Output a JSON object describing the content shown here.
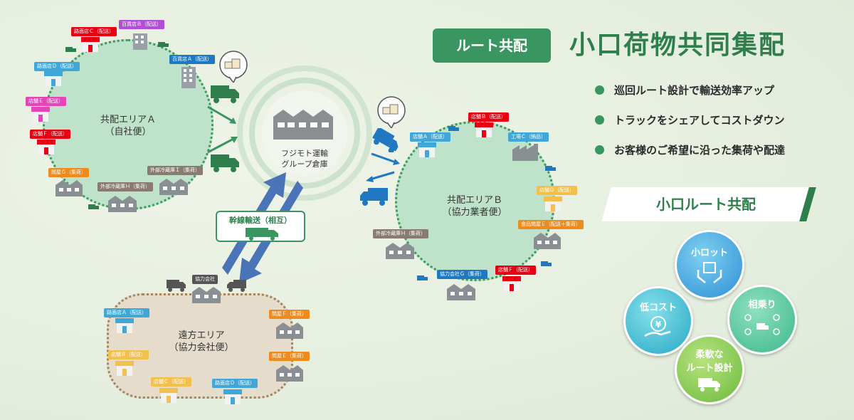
{
  "header": {
    "badge": "ルート共配",
    "title": "小口荷物共同集配"
  },
  "features": [
    "巡回ルート設計で輸送効率アップ",
    "トラックをシェアしてコストダウン",
    "お客様のご希望に沿った集荷や配達"
  ],
  "subheading": "小口ルート共配",
  "circles": {
    "small_lot": "小ロット",
    "low_cost": "低コスト",
    "shared_ride": "相乗り",
    "flexible_line1": "柔軟な",
    "flexible_line2": "ルート設計"
  },
  "warehouse": {
    "line1": "フジモト運輸",
    "line2": "グループ倉庫"
  },
  "trunk_label": "幹線輸送（相互）",
  "area_a": {
    "line1": "共配エリアＡ",
    "line2": "（自社便）",
    "tags": [
      "百貨店Ｂ（配送）",
      "路面店Ｃ（配送）",
      "百貨店Ａ（配送）",
      "路面店Ｄ（配送）",
      "店舗Ｅ（配送）",
      "店舗Ｆ（配送）",
      "問屋Ｇ（集荷）",
      "外部冷蔵庫Ｉ（集荷）",
      "外部冷蔵庫Ｈ（集荷）"
    ]
  },
  "area_b": {
    "line1": "共配エリアＢ",
    "line2": "（協力業者便）",
    "tags": [
      "店舗Ｂ（配送）",
      "店舗Ａ（配送）",
      "工場Ｃ（納品）",
      "店舗Ｄ（配送）",
      "食品問屋Ｅ（配送＋集荷）",
      "外部冷蔵庫Ｈ（集荷）",
      "協力会社Ｇ（集荷）",
      "店舗Ｆ（配送）"
    ]
  },
  "area_far": {
    "line1": "遠方エリア",
    "line2": "（協力会社便）",
    "partner": "協力会社",
    "tags": [
      "路面店Ａ（配送）",
      "問屋Ｆ（集荷）",
      "店舗Ｂ（配送）",
      "問屋Ｅ（集荷）",
      "店舗Ｃ（配送）",
      "路面店Ｄ（配送）"
    ]
  },
  "colors": {
    "green_dark": "#2f7f4d",
    "green": "#3a9660",
    "area_fill": "#bfe2cb",
    "far_fill": "#e6dccb",
    "arrow_blue": "#4a74b7",
    "tag_red": "#e60012",
    "tag_purple": "#b04fd6",
    "tag_blue": "#1f78c1",
    "tag_cyan": "#40a7d8",
    "tag_pink": "#e545b7",
    "tag_orange": "#ee8b1f",
    "tag_gray": "#8a7b72",
    "tag_yellow": "#f3c04d"
  }
}
